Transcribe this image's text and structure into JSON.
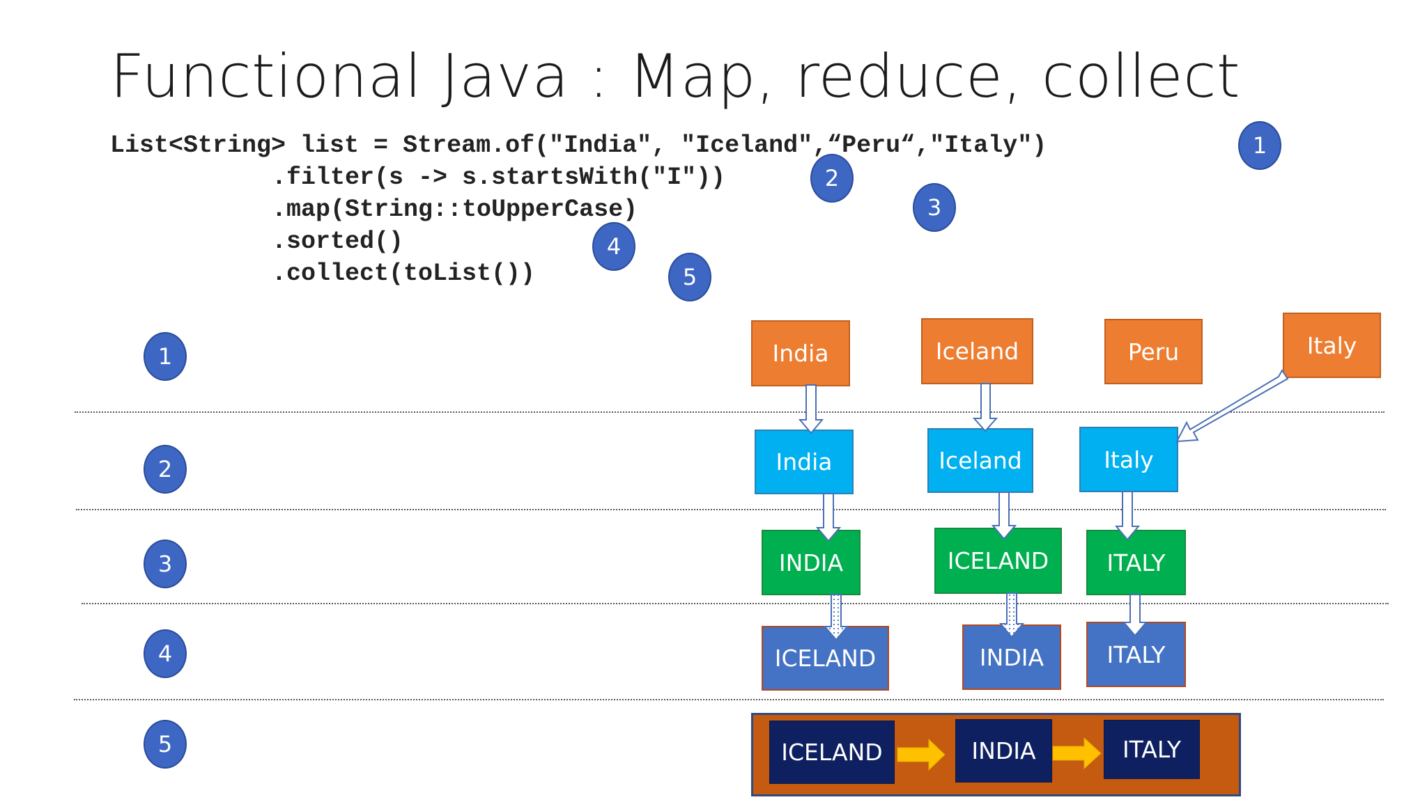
{
  "title": "Functional Java : Map, reduce, collect",
  "code_lines": [
    "List<String> list = Stream.of(\"India\", \"Iceland\",“Peru“,\"Italy\")",
    ".filter(s -> s.startsWith(\"I\"))",
    ".map(String::toUpperCase)",
    ".sorted()",
    ".collect(toList())"
  ],
  "code_badges": [
    "1",
    "2",
    "3",
    "4",
    "5"
  ],
  "row_badges": [
    "1",
    "2",
    "3",
    "4",
    "5"
  ],
  "stage1": [
    "India",
    "Iceland",
    "Peru",
    "Italy"
  ],
  "stage2": [
    "India",
    "Iceland",
    "Italy"
  ],
  "stage3": [
    "INDIA",
    "ICELAND",
    "ITALY"
  ],
  "stage4": [
    "ICELAND",
    "INDIA",
    "ITALY"
  ],
  "stage5": [
    "ICELAND",
    "INDIA",
    "ITALY"
  ],
  "colors": {
    "source": "#ed7d31",
    "filtered": "#00b0f0",
    "mapped": "#00b050",
    "sorted": "#4472c4",
    "collected": "#0e2060",
    "collect_bar": "#c55a11",
    "badge": "#3e67c3",
    "connector_arrow": "#ffc000"
  }
}
